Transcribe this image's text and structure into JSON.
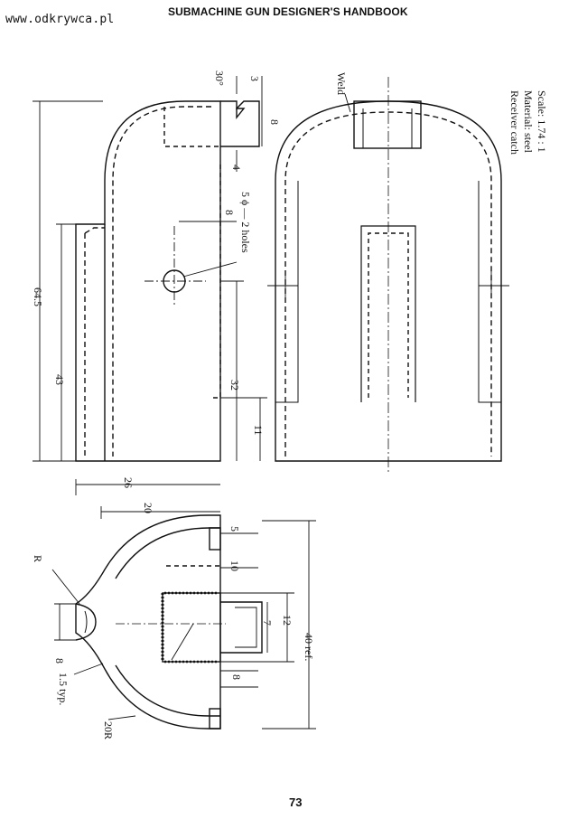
{
  "watermark": "www.odkrywca.pl",
  "header": "SUBMACHINE GUN DESIGNER'S HANDBOOK",
  "page_number": "73",
  "notes": {
    "line1": "Receiver catch",
    "line2": "Material: steel",
    "line3": "Scale: 1.74 : 1",
    "weld": "Weld"
  },
  "dims_side": {
    "angle": "30°",
    "d3": "3",
    "d8": "8",
    "d4": "4",
    "d8b": "8",
    "holes": "5 ϕ — 2 holes",
    "d32": "32",
    "d11": "11",
    "d43": "43",
    "d645": "64.5"
  },
  "dims_end": {
    "d26": "26",
    "d20": "20",
    "d5": "5",
    "d10": "10",
    "d12": "12",
    "d7": "7",
    "d40": "40 ref.",
    "d8": "8",
    "d8b": "8",
    "r": "R",
    "typ": "1.5 typ.",
    "r20": "20R"
  }
}
